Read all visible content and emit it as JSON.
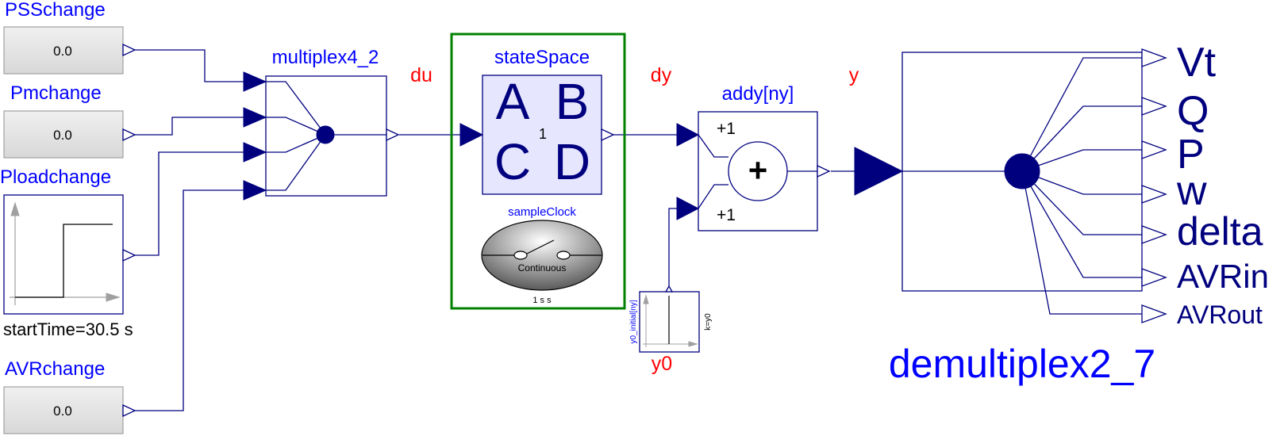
{
  "colors": {
    "wire": "#00007f",
    "label": "#0000ff",
    "connector_label": "#ff0000",
    "clock_border": "#008000",
    "constant_fill": "#e6e6e6",
    "matrix_fill": "#e6e6ff"
  },
  "sources": {
    "psschange": {
      "name": "PSSchange",
      "value": "0.0"
    },
    "pmchange": {
      "name": "Pmchange",
      "value": "0.0"
    },
    "ploadchange": {
      "name": "Ploadchange",
      "param": "startTime=30.5 s"
    },
    "avrchange": {
      "name": "AVRchange",
      "value": "0.0"
    }
  },
  "multiplex": {
    "name": "multiplex4_2"
  },
  "connectors": {
    "du": "du",
    "dy": "dy",
    "y": "y",
    "y0": "y0"
  },
  "statespace": {
    "name": "stateSpace",
    "a": "A",
    "b": "B",
    "c": "C",
    "d": "D",
    "sub": "1",
    "clock_name": "sampleClock",
    "clock_text": "Continuous",
    "period": "1 s s"
  },
  "addy": {
    "name": "addy[ny]",
    "gain1": "+1",
    "gain2": "+1",
    "symbol": "+"
  },
  "y0block": {
    "label_left": "y0_initial[ny]",
    "label_right": "k=y0"
  },
  "demux": {
    "name": "demultiplex2_7",
    "outputs": [
      "Vt",
      "Q",
      "P",
      "w",
      "delta",
      "AVRin",
      "AVRout"
    ]
  }
}
